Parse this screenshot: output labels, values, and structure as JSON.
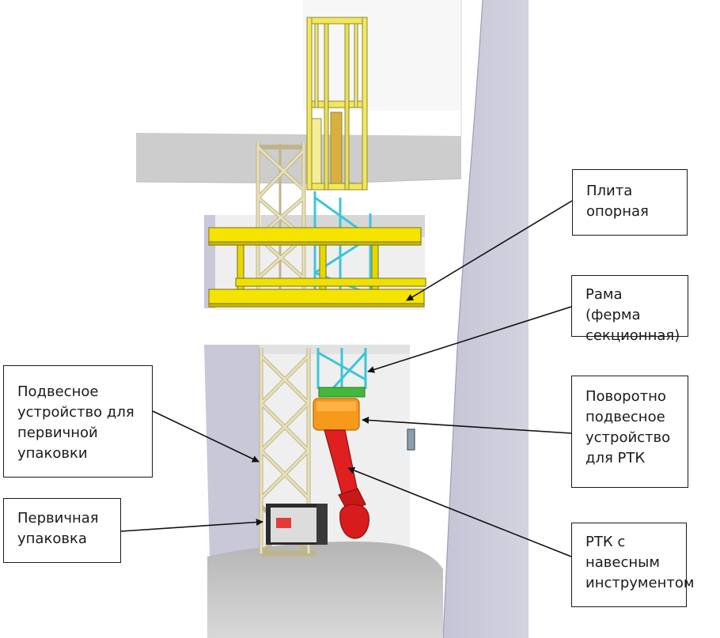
{
  "callouts": {
    "plate": "Плита\nопорная",
    "frame": "Рама (ферма\nсекционная)",
    "rotary": "Поворотно\nподвесное\nустройство\nдля РТК",
    "rtk": "РТК с\nнавесным\nинструментом",
    "hanger": "Подвесное\nустройство для\nпервичной\nупаковки",
    "pack": "Первичная\nупаковка"
  },
  "colors": {
    "mast_yellow": "#f2e85c",
    "beam_yellow": "#f5e400",
    "truss_beige": "#e8e0b8",
    "cyan_truss": "#5fd8e8",
    "rotary_orange": "#f59a1a",
    "green_plate": "#43b83a",
    "rtk_red": "#e02020",
    "wall_lavender": "#c9c9d9",
    "slab_gray": "#c8c8c8",
    "leader_line": "#111111"
  }
}
